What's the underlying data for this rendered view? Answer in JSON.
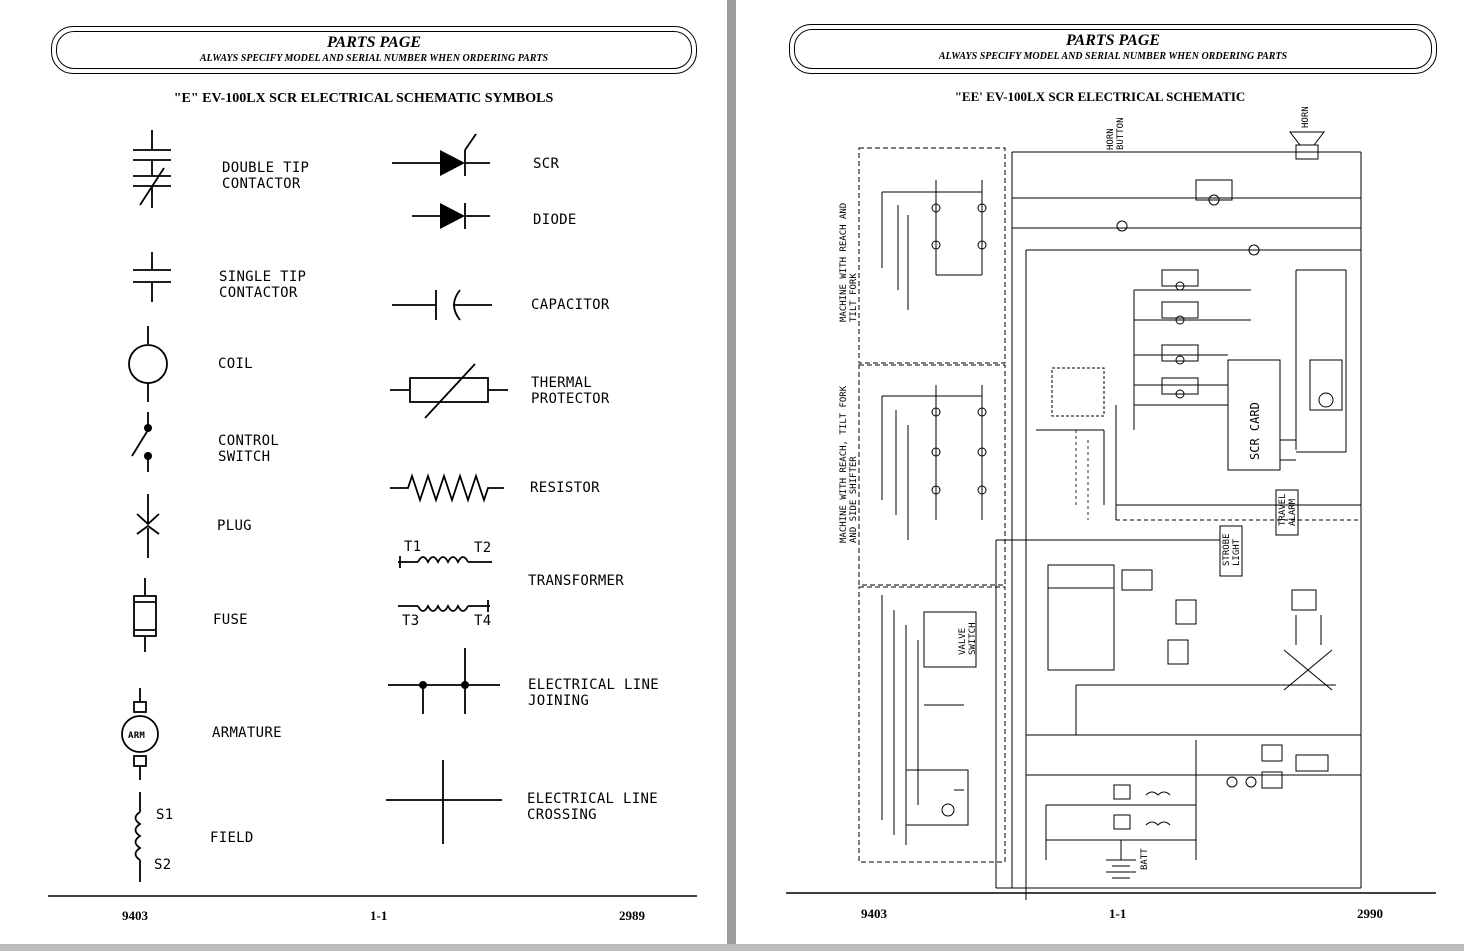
{
  "header": {
    "title": "PARTS PAGE",
    "subtitle": "ALWAYS SPECIFY MODEL AND SERIAL NUMBER WHEN ORDERING PARTS"
  },
  "left_page": {
    "title": "\"E\" EV-100LX SCR ELECTRICAL SCHEMATIC SYMBOLS",
    "symbols": {
      "double_tip": "DOUBLE TIP\nCONTACTOR",
      "single_tip": "SINGLE TIP\nCONTACTOR",
      "coil": "COIL",
      "control_switch": "CONTROL\nSWITCH",
      "plug": "PLUG",
      "fuse": "FUSE",
      "armature": "ARMATURE",
      "armature_tag": "ARM",
      "field": "FIELD",
      "field_s1": "S1",
      "field_s2": "S2",
      "scr": "SCR",
      "diode": "DIODE",
      "capacitor": "CAPACITOR",
      "thermal": "THERMAL\nPROTECTOR",
      "resistor": "RESISTOR",
      "transformer": "TRANSFORMER",
      "t1": "T1",
      "t2": "T2",
      "t3": "T3",
      "t4": "T4",
      "joining": "ELECTRICAL LINE\nJOINING",
      "crossing": "ELECTRICAL LINE\nCROSSING"
    },
    "footer": {
      "left": "9403",
      "center": "1-1",
      "right": "2989"
    }
  },
  "right_page": {
    "title": "\"EE' EV-100LX SCR ELECTRICAL SCHEMATIC",
    "labels": {
      "reach_tilt": "MACHINE WITH REACH AND\nTILT FORK",
      "reach_tilt_side": "MACHINE WITH REACH, TILT FORK\nAND SIDE SHIFTER",
      "scr_card": "SCR CARD",
      "strobe": "STROBE\nLIGHT",
      "travel_alarm": "TRAVEL\nALARM",
      "valve_switch": "VALVE\nSWITCH",
      "horn": "HORN",
      "horn_button": "HORN\nBUTTON",
      "batt": "BATT"
    },
    "footer": {
      "left": "9403",
      "center": "1-1",
      "right": "2990"
    }
  }
}
